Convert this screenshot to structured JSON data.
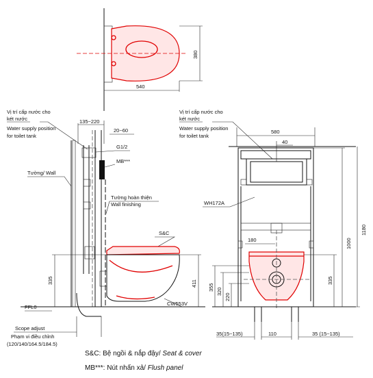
{
  "top_view": {
    "width_label": "540",
    "depth_label": "380"
  },
  "side_view": {
    "water_supply_vi_1": "Vị trí cấp nước cho",
    "water_supply_vi_2": "két nước",
    "water_supply_en_1": "Water supply position",
    "water_supply_en_2": "for toilet tank",
    "dim_135_220": "135~220",
    "dim_20_60": "20~60",
    "g12": "G1/2",
    "mb": "MB***",
    "wall": "Tường/ Wall",
    "finishing_vi": "Tường hoàn thiện",
    "finishing_en": "Wall finishing",
    "sc": "S&C",
    "dim_335": "335",
    "dim_411": "411",
    "model_bowl": "CW553V",
    "ffl": "FFL0",
    "scope_en": "Scope adjust",
    "scope_vi": "Phạm vi điều chỉnh",
    "scope_values": "(120/140/164.5/184.5)"
  },
  "front_view": {
    "water_supply_vi_1": "Vị trí cấp nước cho",
    "water_supply_vi_2": "két nước",
    "water_supply_en_1": "Water supply position",
    "water_supply_en_2": "for toilet tank",
    "dim_580": "580",
    "dim_40": "40",
    "model_frame": "WH172A",
    "dim_180": "180",
    "dim_1000": "1000",
    "dim_1180": "1180",
    "dim_355": "355",
    "dim_320": "320",
    "dim_220": "220",
    "dim_335": "335",
    "dim_left_35": "35(15~135)",
    "dim_110": "110",
    "dim_right_35": "35 (15~135)"
  },
  "notes": {
    "sc_prefix": "S&C: ",
    "sc_text": "Bệ ngồi & nắp đậy/ ",
    "sc_italic": "Seat & cover",
    "mb_prefix": "MB***: ",
    "mb_text": "Nút nhấn xả/ ",
    "mb_italic": "Flush panel"
  }
}
